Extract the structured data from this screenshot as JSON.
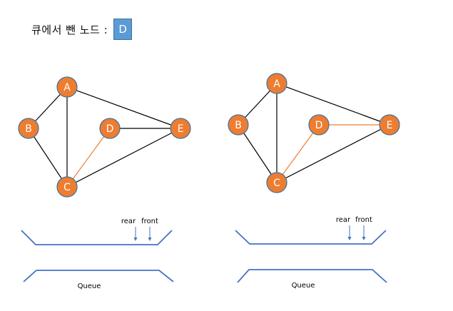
{
  "header": {
    "title": "큐에서 뺀 노드 :",
    "dequeued_node": "D"
  },
  "colors": {
    "node_fill": "#ed7d31",
    "node_border": "#41719c",
    "edge_default": "#000000",
    "edge_highlight": "#ed7d31",
    "queue_line": "#4472c4",
    "dequeued_box": "#5b9bd5"
  },
  "graphs": [
    {
      "nodes": [
        "A",
        "B",
        "C",
        "D",
        "E"
      ],
      "edges": [
        {
          "from": "A",
          "to": "B",
          "highlight": false
        },
        {
          "from": "A",
          "to": "C",
          "highlight": false
        },
        {
          "from": "A",
          "to": "E",
          "highlight": false
        },
        {
          "from": "B",
          "to": "C",
          "highlight": false
        },
        {
          "from": "C",
          "to": "D",
          "highlight": true
        },
        {
          "from": "C",
          "to": "E",
          "highlight": false
        },
        {
          "from": "D",
          "to": "E",
          "highlight": false
        }
      ],
      "queue": {
        "label": "Queue",
        "rear_label": "rear",
        "front_label": "front"
      }
    },
    {
      "nodes": [
        "A",
        "B",
        "C",
        "D",
        "E"
      ],
      "edges": [
        {
          "from": "A",
          "to": "B",
          "highlight": false
        },
        {
          "from": "A",
          "to": "C",
          "highlight": false
        },
        {
          "from": "A",
          "to": "E",
          "highlight": false
        },
        {
          "from": "B",
          "to": "C",
          "highlight": false
        },
        {
          "from": "C",
          "to": "D",
          "highlight": true
        },
        {
          "from": "C",
          "to": "E",
          "highlight": false
        },
        {
          "from": "D",
          "to": "E",
          "highlight": true
        }
      ],
      "queue": {
        "label": "Queue",
        "rear_label": "rear",
        "front_label": "front"
      }
    }
  ]
}
